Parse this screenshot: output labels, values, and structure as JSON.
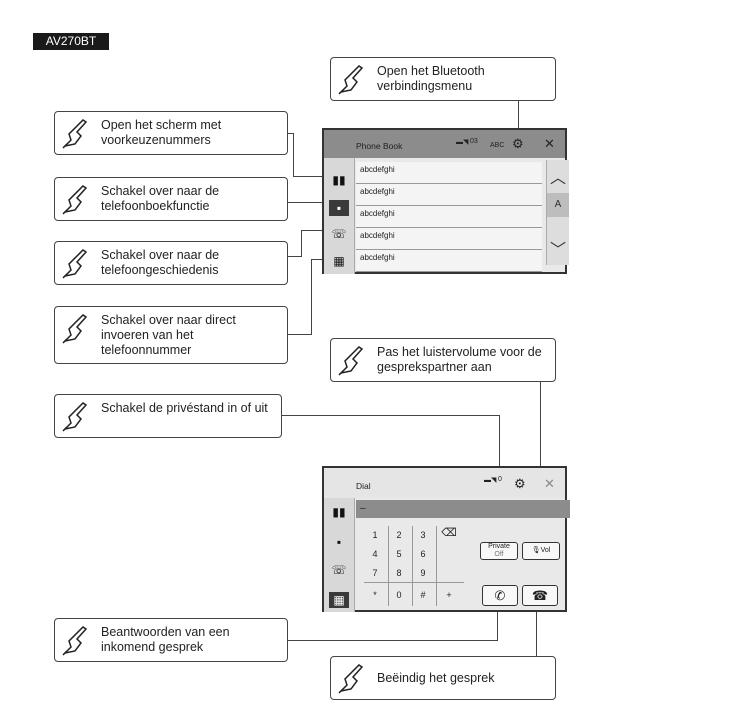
{
  "model_badge": "AV270BT",
  "callouts": {
    "bluetooth": "Open het Bluetooth verbindingsmenu",
    "presets": "Open het scherm met voorkeuzenummers",
    "phonebook": "Schakel over naar de telefoonboekfunctie",
    "history": "Schakel over naar de telefoongeschiedenis",
    "direct": "Schakel over naar direct invoeren van het telefoonnummer",
    "volume": "Pas het luistervolume voor de gesprekspartner aan",
    "private": "Schakel de privéstand in of uit",
    "answer": "Beantwoorden van een inkomend gesprek",
    "hangup": "Beëindig het gesprek"
  },
  "phonebook_screen": {
    "title": "Phone Book",
    "status": "03",
    "abc": "ABC",
    "rows": [
      "abcdefghi",
      "abcdefghi",
      "abcdefghi",
      "abcdefghi",
      "abcdefghi"
    ],
    "scroll_letter": "A"
  },
  "dial_screen": {
    "title": "Dial",
    "status": "0",
    "input": "–",
    "keys": [
      "1",
      "2",
      "3",
      "4",
      "5",
      "6",
      "7",
      "8",
      "9",
      "*",
      "0",
      "#"
    ],
    "plus": "+",
    "private_label": "Private",
    "private_state": "Off",
    "vol_label": "Vol"
  },
  "icons": {
    "hand": "pointing-hand-icon",
    "gear": "gear-icon",
    "close": "close-icon",
    "backspace": "backspace-icon",
    "phone_up": "answer-phone-icon",
    "phone_down": "hangup-phone-icon"
  }
}
